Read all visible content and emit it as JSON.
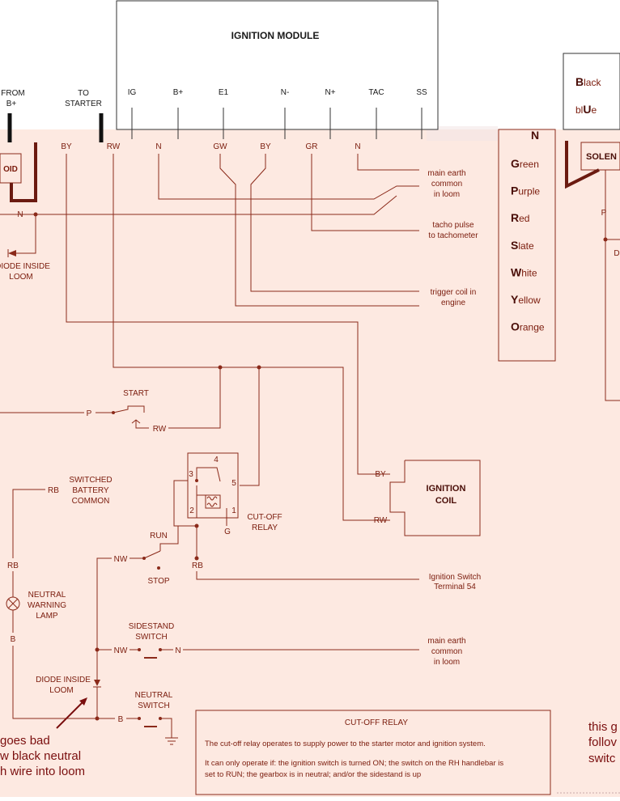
{
  "ignition_module": {
    "title": "IGNITION MODULE",
    "pins": [
      "IG",
      "B+",
      "E1",
      "N-",
      "N+",
      "TAC",
      "SS"
    ]
  },
  "top_labels": {
    "from_b": [
      "FROM",
      "B+"
    ],
    "to_starter": [
      "TO",
      "STARTER"
    ]
  },
  "wire_codes": {
    "by": "BY",
    "rw": "RW",
    "n": "N",
    "gw": "GW",
    "by2": "BY",
    "gr": "GR",
    "n2": "N",
    "n_left": "N",
    "p_start": "P",
    "rw_start": "RW",
    "by_coil": "BY",
    "rw_coil": "RW",
    "rb_switched": "RB",
    "rb_lamp": "RB",
    "b_lamp": "B",
    "nw_run": "NW",
    "rb_run": "RB",
    "g_relay": "G",
    "nw_side": "NW",
    "n_side": "N",
    "b_neutral": "B",
    "p_right": "P",
    "d_right": "D"
  },
  "destinations": {
    "main_earth_1": [
      "main earth",
      "common",
      "in loom"
    ],
    "tacho": [
      "tacho pulse",
      "to tachometer"
    ],
    "trigger": [
      "trigger coil in",
      "engine"
    ],
    "ign_switch": [
      "Ignition Switch",
      "Terminal 54"
    ],
    "main_earth_2": [
      "main earth",
      "common",
      "in loom"
    ]
  },
  "components": {
    "oid": "OID",
    "diode_top": [
      "DIODE INSIDE",
      "LOOM"
    ],
    "start": "START",
    "ignition_coil": [
      "IGNITION",
      "COIL"
    ],
    "switched_battery": [
      "SWITCHED",
      "BATTERY",
      "COMMON"
    ],
    "relay_pins": [
      "4",
      "3",
      "5",
      "2",
      "1"
    ],
    "cutoff_relay": [
      "CUT-OFF",
      "RELAY"
    ],
    "run": "RUN",
    "stop": "STOP",
    "neutral_lamp": [
      "NEUTRAL",
      "WARNING",
      "LAMP"
    ],
    "sidestand": [
      "SIDESTAND",
      "SWITCH"
    ],
    "diode_bottom": [
      "DIODE INSIDE",
      "LOOM"
    ],
    "neutral_switch": [
      "NEUTRAL",
      "SWITCH"
    ],
    "solen": "SOLEN"
  },
  "color_key": {
    "black": {
      "letter": "B",
      "rest": "lack"
    },
    "blue": {
      "pre": "bl",
      "letter": "U",
      "rest": "e"
    },
    "top_partial": "N",
    "items": [
      {
        "letter": "G",
        "rest": "reen"
      },
      {
        "letter": "P",
        "rest": "urple"
      },
      {
        "letter": "R",
        "rest": "ed"
      },
      {
        "letter": "S",
        "rest": "late"
      },
      {
        "letter": "W",
        "rest": "hite"
      },
      {
        "letter": "Y",
        "rest": "ellow"
      },
      {
        "letter": "O",
        "rest": "range"
      }
    ]
  },
  "note_box": {
    "title": "CUT-OFF RELAY",
    "line1": "The cut-off relay operates to supply power to the starter motor and ignition system.",
    "line2": "It can only operate if: the ignition switch is turned ON; the switch on the RH handlebar is",
    "line3": "set to RUN; the gearbox is in neutral; and/or the sidestand is up"
  },
  "handwritten_left": [
    "goes bad",
    "w black neutral",
    "h wire into loom"
  ],
  "handwritten_right": [
    "this g",
    "follov",
    "switc"
  ]
}
